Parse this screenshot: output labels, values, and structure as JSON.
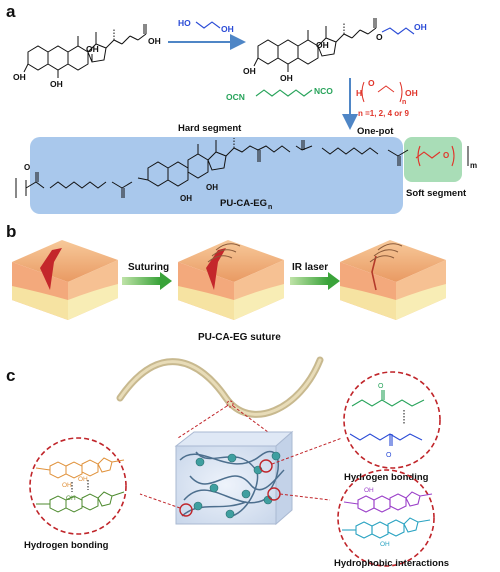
{
  "panels": {
    "a": "a",
    "b": "b",
    "c": "c"
  },
  "panel_a": {
    "top_reagent_left": "HO",
    "top_reagent_right": "OH",
    "oh_labels": [
      "OH",
      "OH",
      "OH"
    ],
    "acid_label": "OH",
    "product_oh": "OH",
    "peg_h": "H",
    "peg_o": "O",
    "peg_oh": "OH",
    "peg_n": "n",
    "n_values": "n =1, 2, 4 or 9",
    "diisocyanate_left": "OCN",
    "diisocyanate_right": "NCO",
    "one_pot": "One-pot",
    "hard_segment": "Hard segment",
    "soft_segment": "Soft segment",
    "polymer_name": "PU-CA-EG",
    "polymer_sub": "n",
    "repeat_m": "m"
  },
  "panel_b": {
    "arrow1_label": "Suturing",
    "arrow2_label": "IR laser"
  },
  "panel_c": {
    "suture_label": "PU-CA-EG suture",
    "hb_right": "Hydrogen bonding",
    "hb_left": "Hydrogen bonding",
    "hydrophobic": "Hydrophobic interactions"
  },
  "colors": {
    "hard_box": "#a9c8ec",
    "soft_box": "#a9ddb7",
    "arrow_blue": "#4f86c6",
    "arrow_green": "#58b84a",
    "orange_steroid": "#e0913a",
    "green_steroid": "#4d8a2e",
    "purple_steroid": "#9b40c9",
    "cyan_steroid": "#2aa3c2",
    "dashed_circle": "#c0252a"
  }
}
